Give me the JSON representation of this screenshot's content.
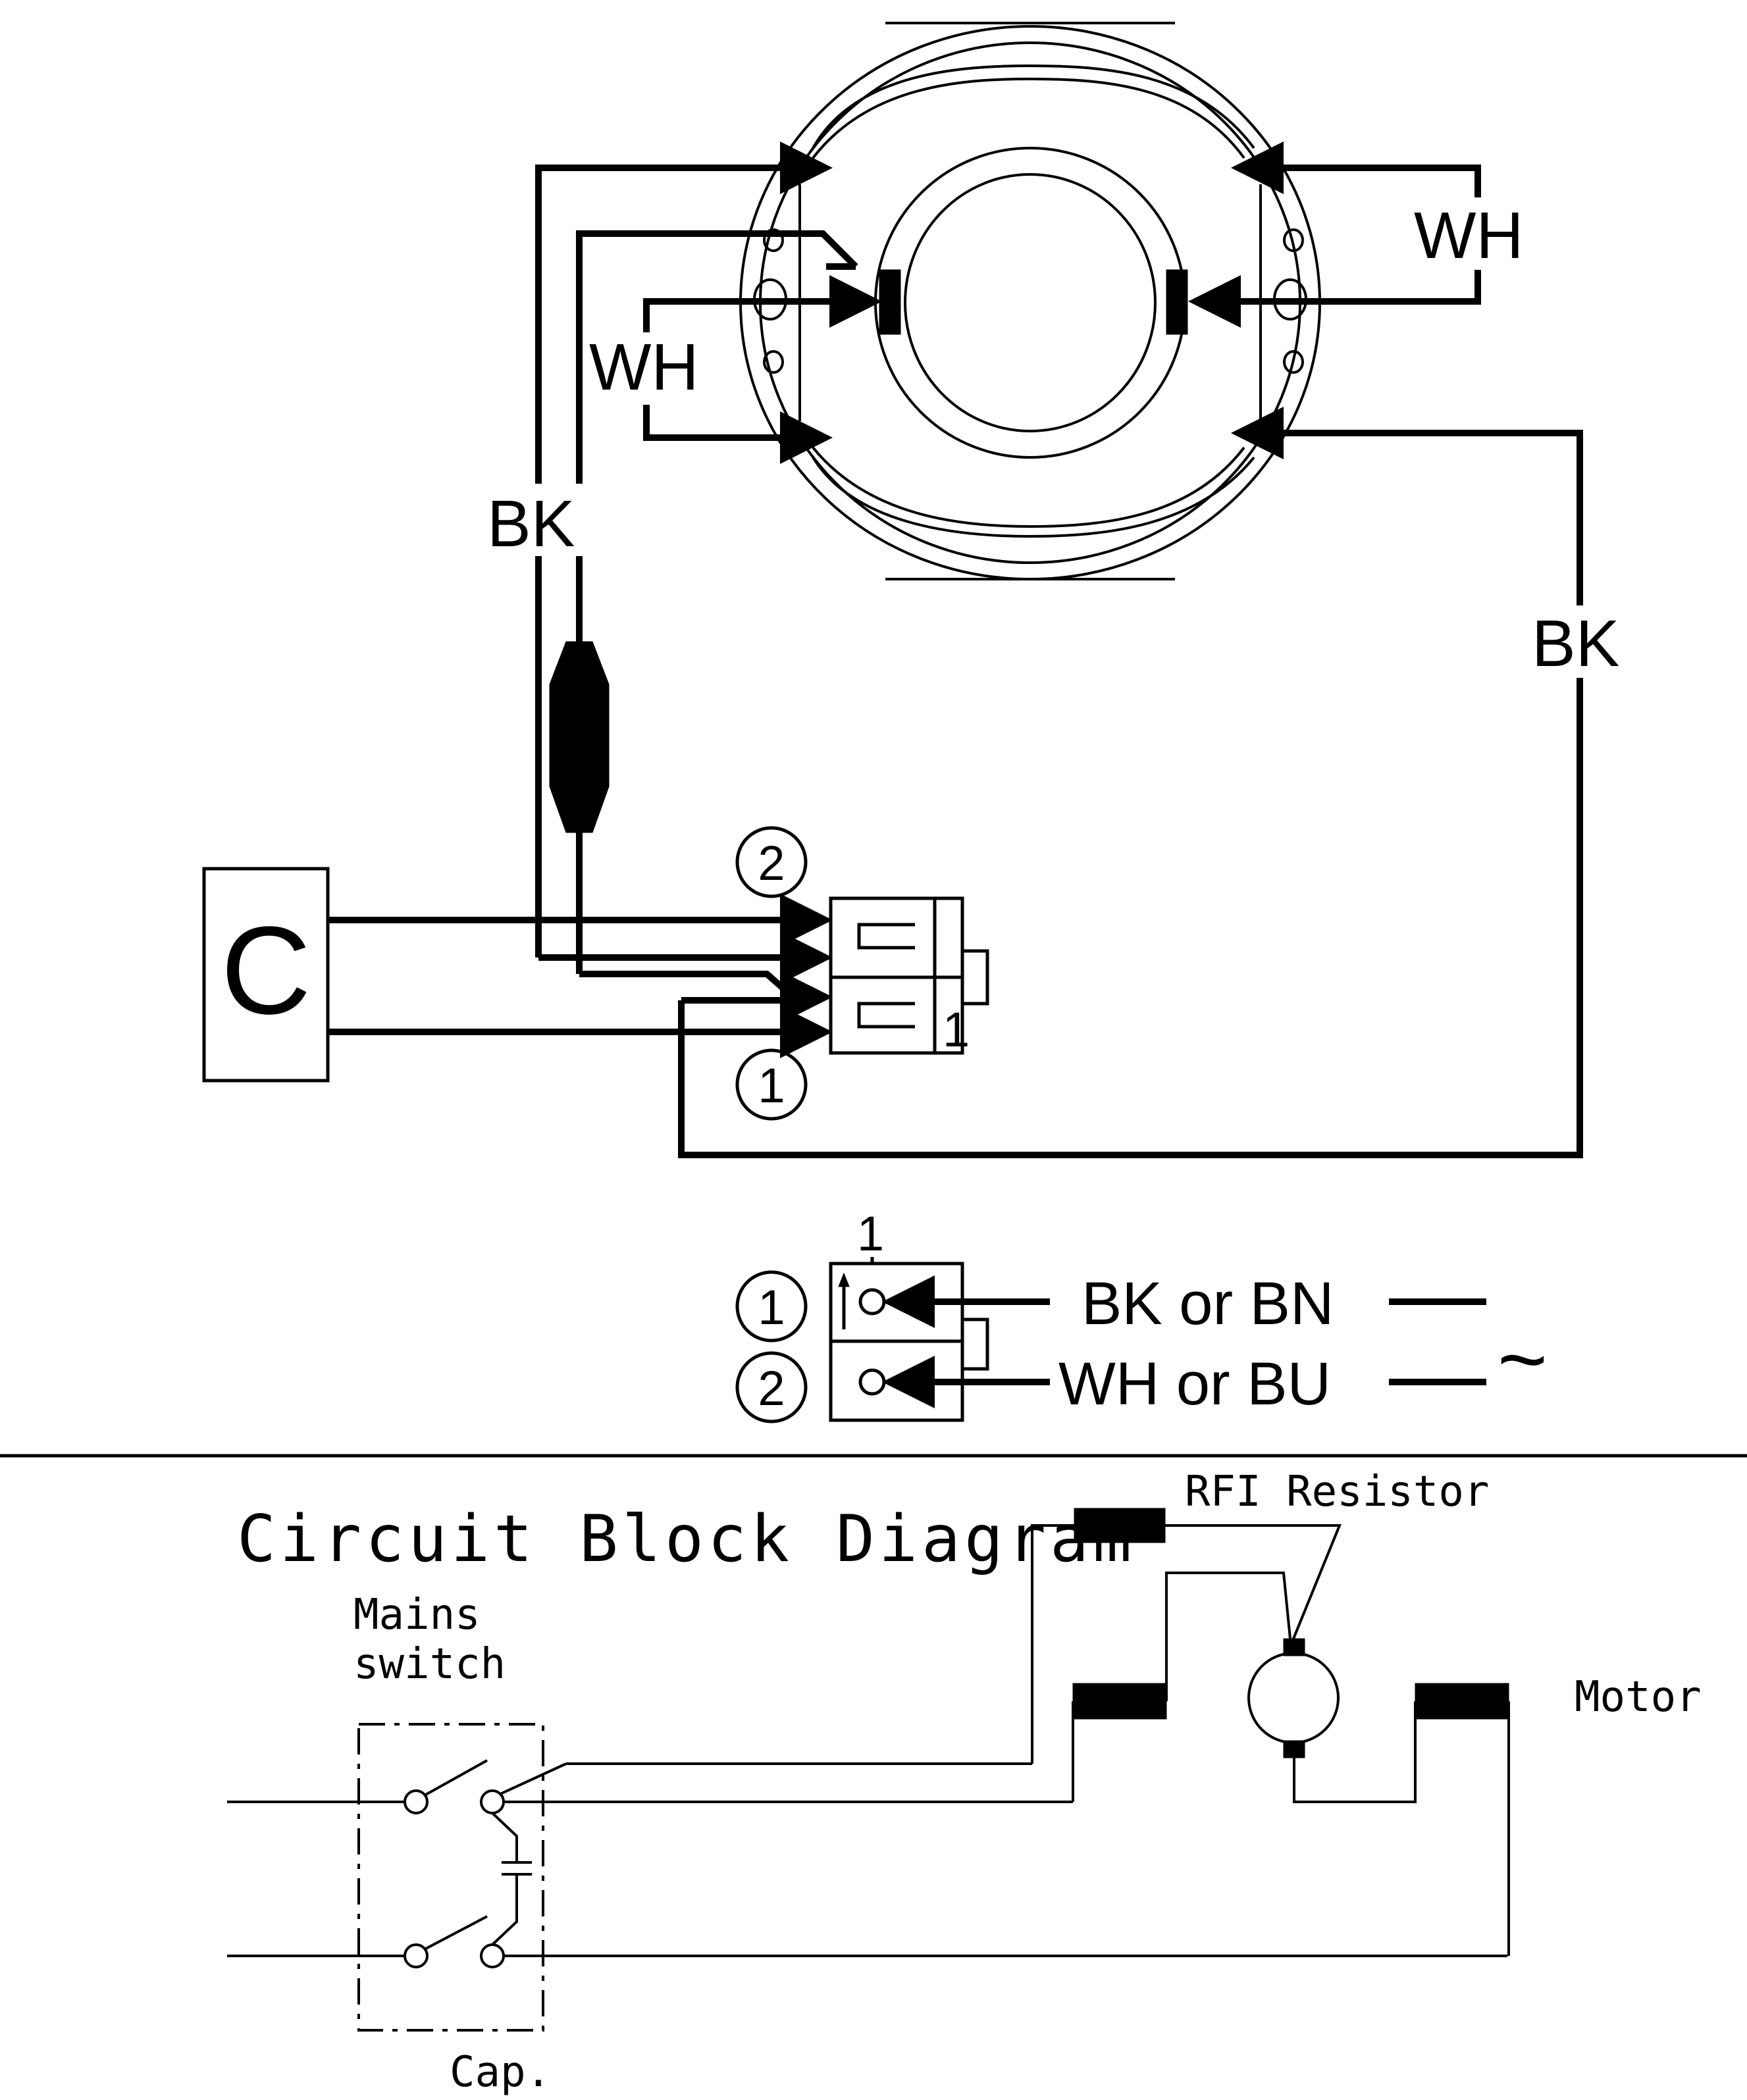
{
  "wiring": {
    "label_wh_top": "WH",
    "label_wh_left": "WH",
    "label_bk_left": "BK",
    "label_bk_right": "BK",
    "capacitor_label": "C",
    "marker_2_top": "2",
    "marker_1_top": "1",
    "switch_pin_label": "1"
  },
  "legend": {
    "switch_number": "1",
    "marker_1": "1",
    "marker_2": "2",
    "line1_label": "BK or BN",
    "line2_label": "WH or BU",
    "ac_symbol": "~"
  },
  "block_diagram": {
    "title": "Circuit Block Diagram",
    "mains_switch_line1": "Mains",
    "mains_switch_line2": "switch",
    "rfi_label": "RFI Resistor",
    "motor_label": "Motor",
    "cap_label": "Cap."
  }
}
